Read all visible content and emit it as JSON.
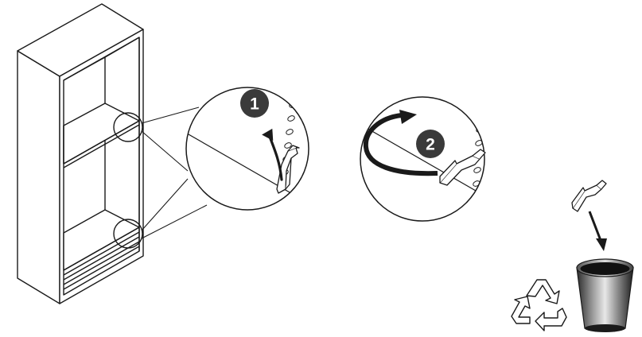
{
  "steps": [
    {
      "number": "1",
      "action": "lift-clip"
    },
    {
      "number": "2",
      "action": "rotate-and-remove-clip"
    }
  ],
  "icons": {
    "recycle": "recycle-icon",
    "trash": "trash-bin-icon",
    "step_badge_color": "#3a3a3a",
    "line_color": "#1a1a1a"
  }
}
